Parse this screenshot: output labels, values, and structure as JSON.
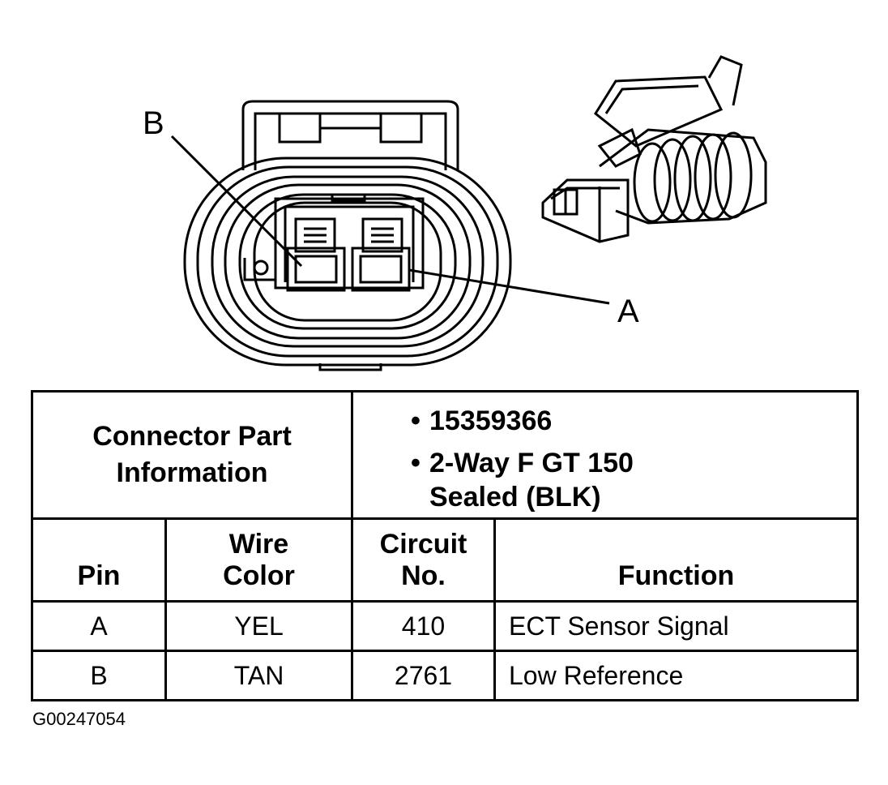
{
  "labels": {
    "pin_b": "B",
    "pin_a": "A"
  },
  "table": {
    "part_info_label": [
      "Connector Part",
      "Information"
    ],
    "part_info": [
      "15359366",
      "2-Way F GT 150",
      "Sealed (BLK)"
    ],
    "headers": {
      "pin": "Pin",
      "wire_color": [
        "Wire",
        "Color"
      ],
      "circuit": [
        "Circuit",
        "No."
      ],
      "function": "Function"
    },
    "rows": [
      {
        "pin": "A",
        "wire_color": "YEL",
        "circuit": "410",
        "function": "ECT Sensor Signal"
      },
      {
        "pin": "B",
        "wire_color": "TAN",
        "circuit": "2761",
        "function": "Low Reference"
      }
    ]
  },
  "figure_id": "G00247054"
}
